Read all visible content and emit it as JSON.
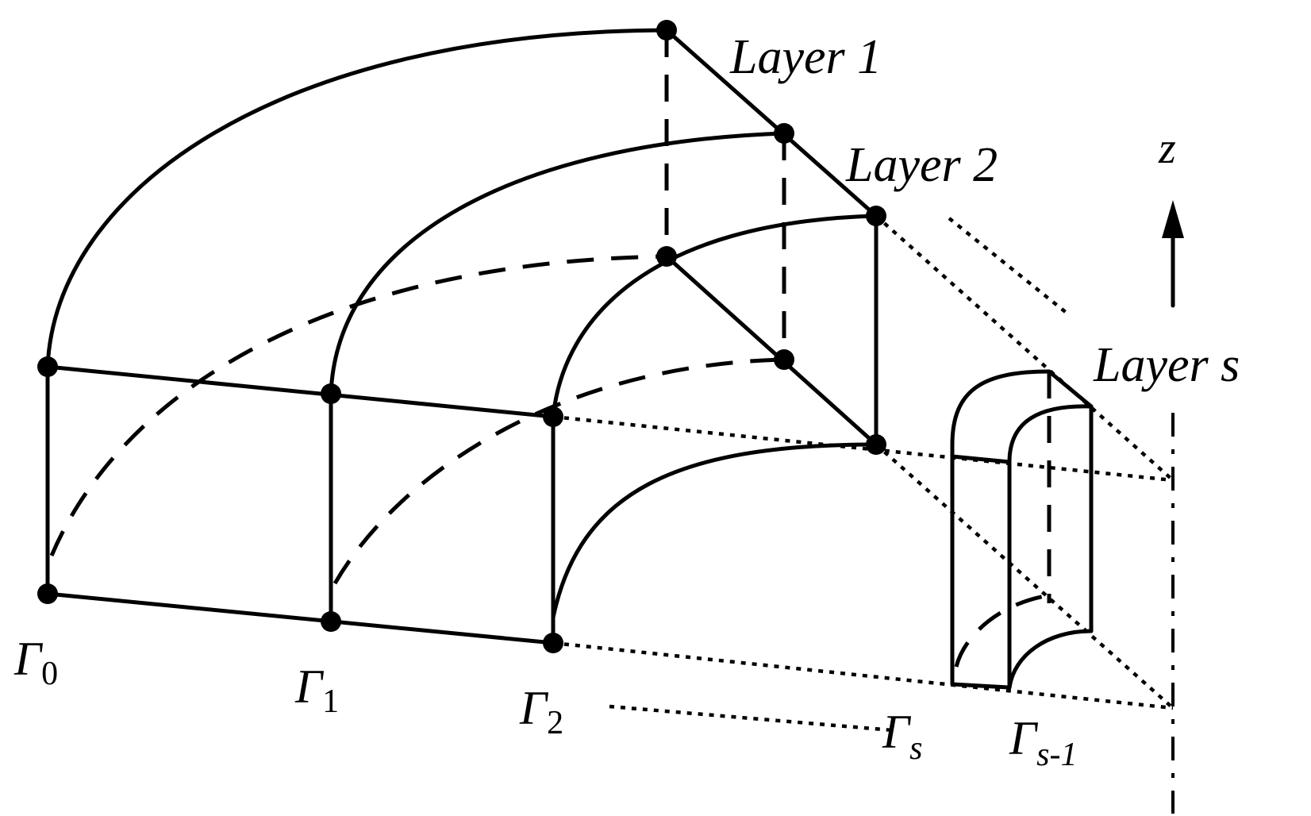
{
  "layers": [
    {
      "id": "layer-1",
      "label": "Layer 1"
    },
    {
      "id": "layer-2",
      "label": "Layer 2"
    },
    {
      "id": "layer-s",
      "label": "Layer s"
    }
  ],
  "boundaries": [
    {
      "id": "gamma-0",
      "symbol": "Γ",
      "sub": "0"
    },
    {
      "id": "gamma-1",
      "symbol": "Γ",
      "sub": "1"
    },
    {
      "id": "gamma-2",
      "symbol": "Γ",
      "sub": "2"
    },
    {
      "id": "gamma-s",
      "symbol": "Γ",
      "sub": "s"
    },
    {
      "id": "gamma-s-1",
      "symbol": "Γ",
      "sub": "s-1"
    }
  ],
  "axis": {
    "label": "z"
  }
}
